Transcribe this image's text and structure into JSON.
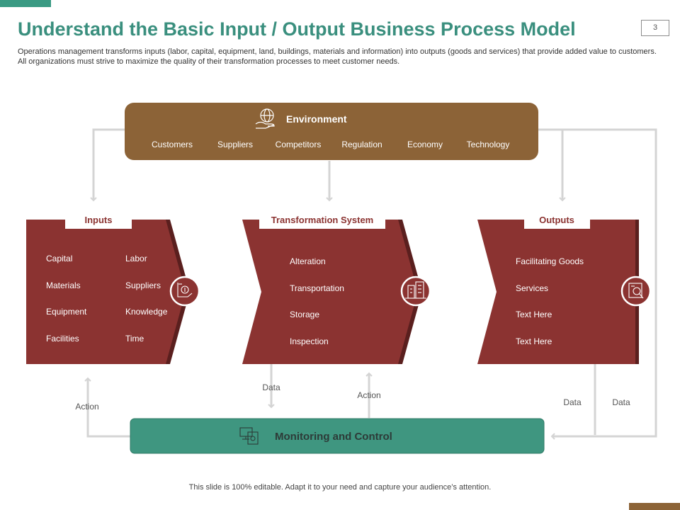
{
  "slide": {
    "title": "Understand the Basic Input / Output Business Process Model",
    "page_number": "3",
    "description": "Operations management transforms inputs (labor, capital, equipment, land, buildings, materials and information) into outputs (goods and services) that provide added value to customers. All organizations must strive to maximize the quality of their transformation processes to meet customer needs.",
    "footer": "This slide is 100% editable. Adapt it to your need and capture your audience’s attention."
  },
  "colors": {
    "title": "#3a8f7e",
    "environment": "#8c6337",
    "chevron": "#8b3331",
    "monitoring": "#3f9680",
    "arrow": "#d4d4d4"
  },
  "environment": {
    "title": "Environment",
    "icon": "globe-hand-icon",
    "items": [
      "Customers",
      "Suppliers",
      "Competitors",
      "Regulation",
      "Economy",
      "Technology"
    ]
  },
  "inputs": {
    "label": "Inputs",
    "icon": "money-hand-icon",
    "col1": [
      "Capital",
      "Materials",
      "Equipment",
      "Facilities"
    ],
    "col2": [
      "Labor",
      "Suppliers",
      "Knowledge",
      "Time"
    ]
  },
  "transformation": {
    "label": "Transformation System",
    "icon": "building-icon",
    "items": [
      "Alteration",
      "Transportation",
      "Storage",
      "Inspection"
    ]
  },
  "outputs": {
    "label": "Outputs",
    "icon": "chart-search-icon",
    "items": [
      "Facilitating Goods",
      "Services",
      "Text Here",
      "Text Here"
    ]
  },
  "monitoring": {
    "label": "Monitoring and Control",
    "icon": "monitor-gear-icon"
  },
  "flows": {
    "action_left": "Action",
    "data_center": "Data",
    "action_center": "Action",
    "data_right_1": "Data",
    "data_right_2": "Data"
  }
}
